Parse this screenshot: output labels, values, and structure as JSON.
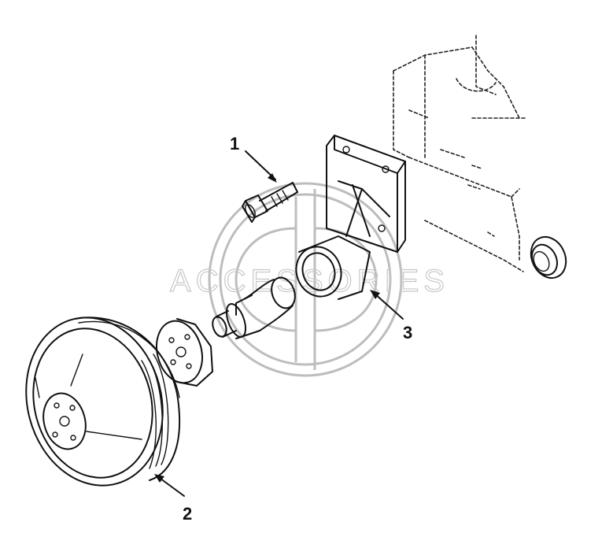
{
  "diagram": {
    "callouts": [
      {
        "id": "bolt",
        "label": "1"
      },
      {
        "id": "pulley",
        "label": "2"
      },
      {
        "id": "bracket",
        "label": "3"
      }
    ]
  },
  "colors": {
    "line": "#111111",
    "watermark": "#bdbdbd",
    "background": "#ffffff"
  }
}
